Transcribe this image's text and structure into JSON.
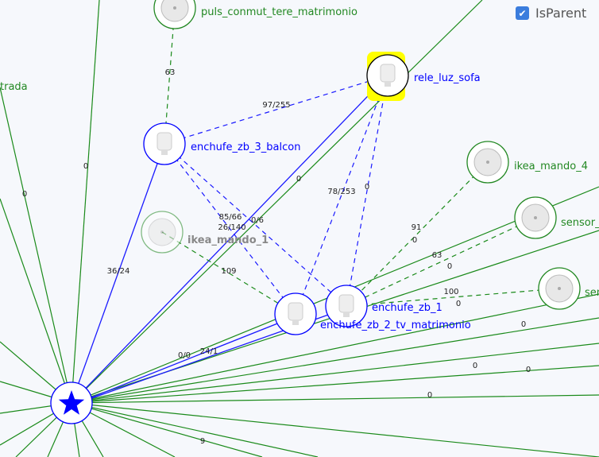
{
  "colors": {
    "router": "#0000ff",
    "enddevice": "#228822",
    "link_blue": "#1a1aff",
    "link_green": "#1a8a1a",
    "highlight": "#ffff00"
  },
  "controls": {
    "isparent_label": "IsParent",
    "isparent_checked": true
  },
  "coordinator": {
    "icon": "star-icon"
  },
  "nodes": [
    {
      "id": "puls",
      "label": "puls_conmut_tere_matrimonio",
      "type": "enddevice"
    },
    {
      "id": "rele",
      "label": "rele_luz_sofa",
      "type": "router",
      "selected": true
    },
    {
      "id": "balcon",
      "label": "enchufe_zb_3_balcon",
      "type": "router"
    },
    {
      "id": "mando1",
      "label": "ikea_mando_1",
      "type": "enddevice",
      "faded": true
    },
    {
      "id": "mando4",
      "label": "ikea_mando_4",
      "type": "enddevice"
    },
    {
      "id": "sensor1",
      "label": "sensor_",
      "type": "enddevice"
    },
    {
      "id": "sensor2",
      "label": "sen",
      "type": "enddevice"
    },
    {
      "id": "zb2",
      "label": "enchufe_zb_2_tv_matrimonio",
      "type": "router"
    },
    {
      "id": "zb1",
      "label": "enchufe_zb_1",
      "type": "router"
    },
    {
      "id": "entrada",
      "label": "trada",
      "type": "enddevice"
    }
  ],
  "edge_labels": [
    "63",
    "97/255",
    "85/66",
    "26/140",
    "0/6",
    "78/253",
    "0",
    "109",
    "91",
    "0",
    "63",
    "0",
    "100",
    "0",
    "36/24",
    "0/0",
    "24/1",
    "0",
    "0",
    "0",
    "0",
    "0",
    "0",
    "0",
    "9"
  ]
}
